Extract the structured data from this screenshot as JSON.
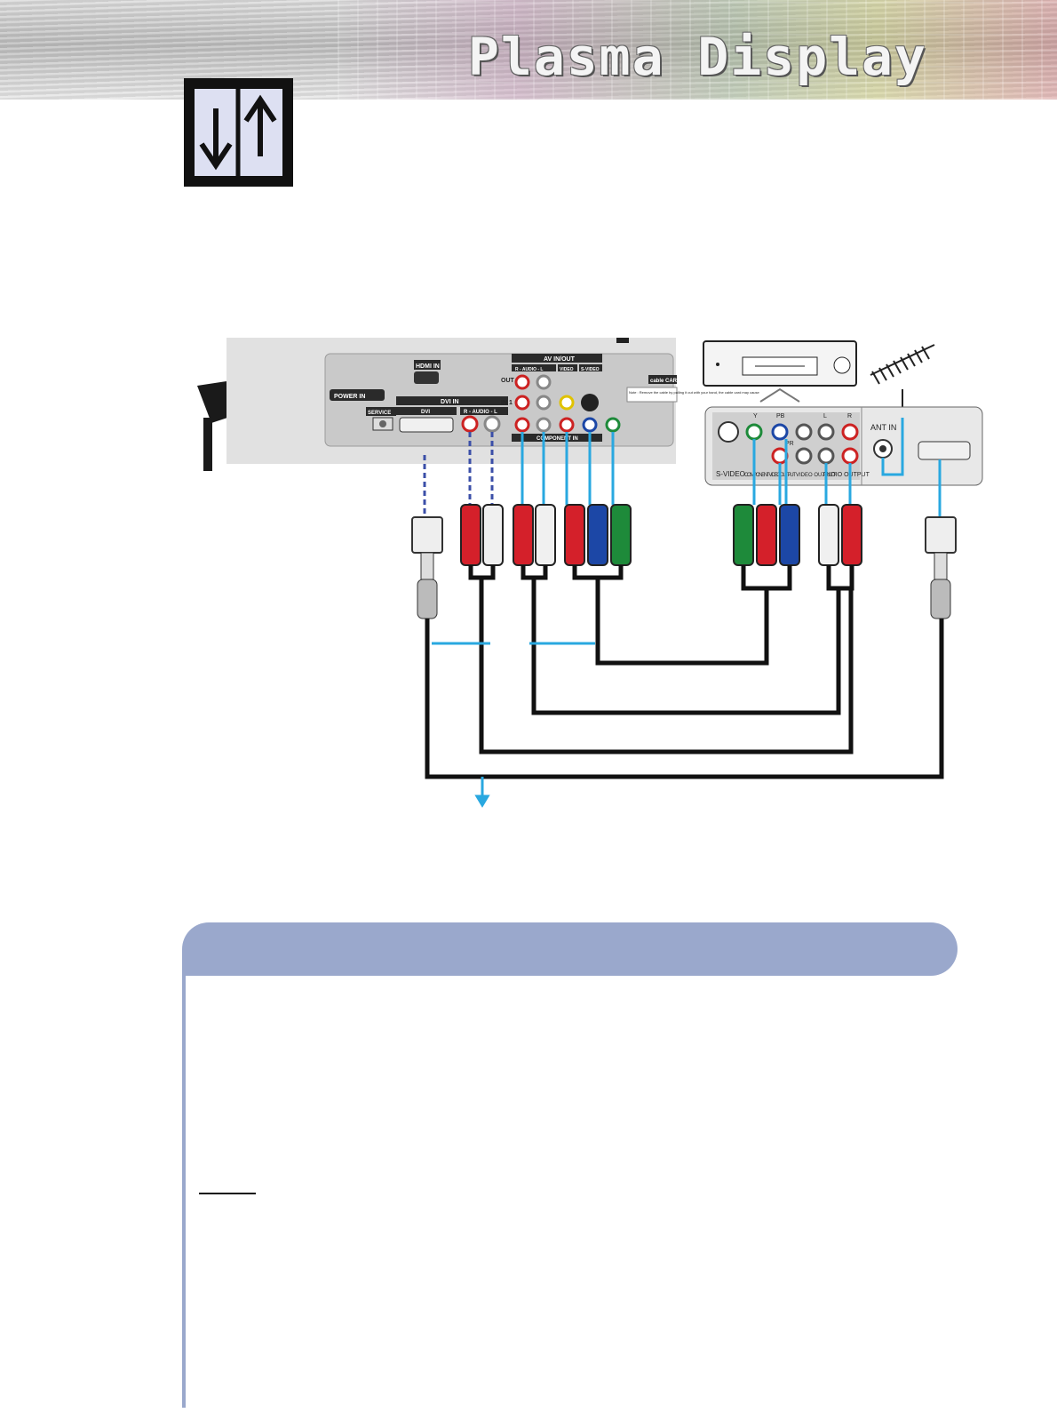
{
  "banner": {
    "title": "Plasma Display"
  },
  "icons": {
    "logo": "up-down-arrows-icon"
  },
  "tv_panel": {
    "power_in": "POWER IN",
    "hdmi_in": "HDMI IN",
    "dvi_in": "DVI IN",
    "dvi": "DVI",
    "audio_lr": "R - AUDIO - L",
    "service": "SERVICE",
    "av_in_out": "AV IN/OUT",
    "out": "OUT",
    "in1": "IN 1",
    "video": "VIDEO",
    "s_video": "S-VIDEO",
    "component_in": "COMPONENT IN",
    "cable_card": "cable CARD",
    "note_text": "Note : Remove the cable by pulling it out with your hand, the cable card may cause"
  },
  "device_panel": {
    "s_video": "S-VIDEO",
    "component": "COMPONENT VIDEO OUTPUT",
    "video_output": "VIDEO OUTPUT",
    "audio_output": "AUDIO OUTPUT",
    "ant_in": "ANT IN",
    "y": "Y",
    "pb": "PB",
    "pr": "PR",
    "l": "L",
    "r": "R"
  },
  "colors": {
    "section_bar": "#9aa8cc",
    "cable_blue": "#29a8e0",
    "dashed_blue": "#3b4fa8",
    "plug_red": "#d4202a",
    "plug_green": "#1e8a3a",
    "plug_blue": "#1c47a6",
    "plug_white": "#f0f0f0"
  }
}
